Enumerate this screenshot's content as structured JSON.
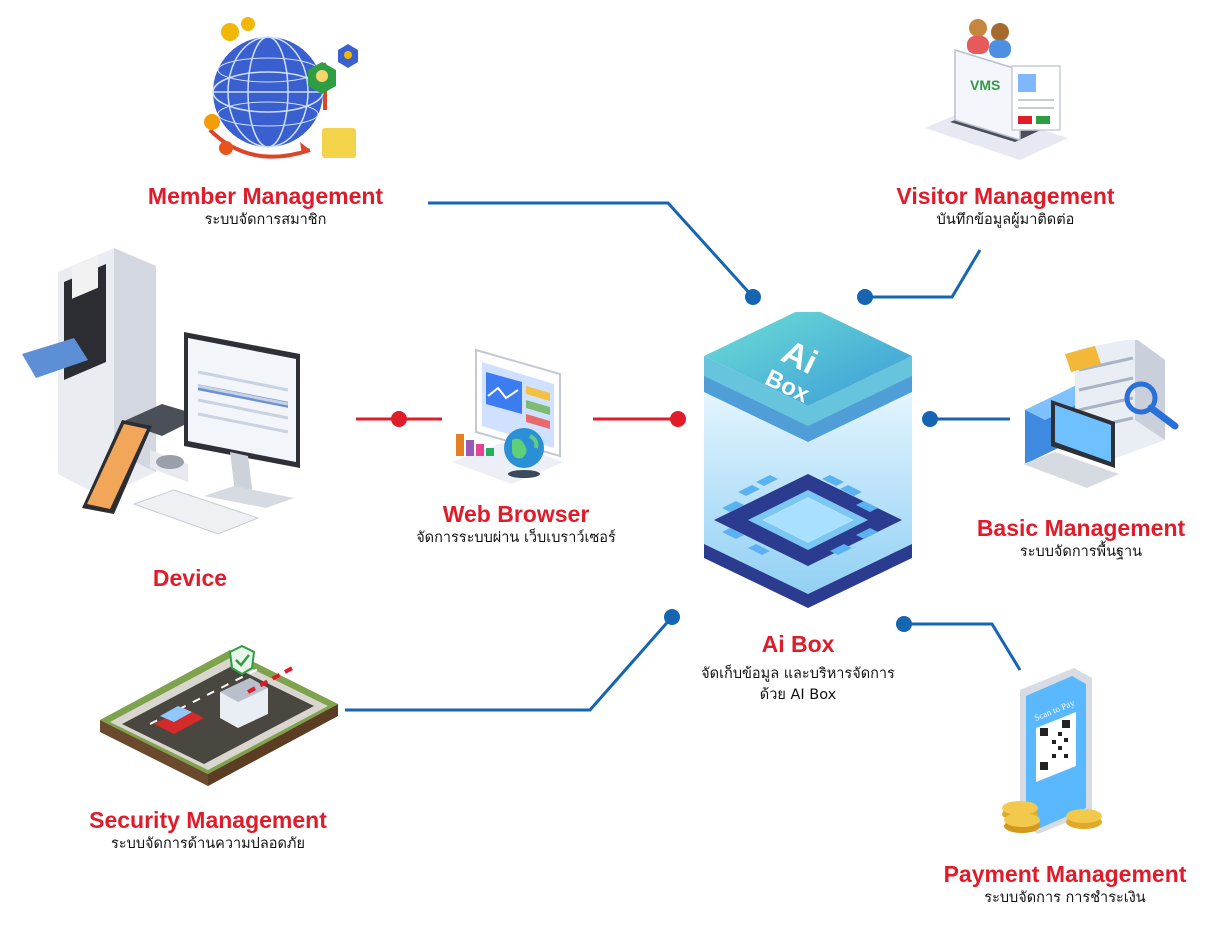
{
  "colors": {
    "accent": "#e01b2a",
    "link": "#1565b3"
  },
  "nodes": {
    "member": {
      "title": "Member Management",
      "subtitle": "ระบบจัดการสมาชิก"
    },
    "visitor": {
      "title": "Visitor Management",
      "subtitle": "บันทึกข้อมูลผู้มาติดต่อ"
    },
    "device": {
      "title": "Device"
    },
    "web": {
      "title": "Web Browser",
      "subtitle": "จัดการระบบผ่าน เว็บเบราว์เซอร์"
    },
    "basic": {
      "title": "Basic Management",
      "subtitle": "ระบบจัดการพื้นฐาน"
    },
    "aibox": {
      "title": "Ai Box",
      "subtitle_1": "จัดเก็บข้อมูล และบริหารจัดการ",
      "subtitle_2": "ด้วย AI Box",
      "chip_text_1": "Ai",
      "chip_text_2": "Box"
    },
    "security": {
      "title": "Security Management",
      "subtitle": "ระบบจัดการด้านความปลอดภัย"
    },
    "payment": {
      "title": "Payment Management",
      "subtitle": "ระบบจัดการ การชำระเงิน",
      "screen_text": "Scan to Pay"
    },
    "vms": {
      "screen_text": "VMS"
    }
  }
}
